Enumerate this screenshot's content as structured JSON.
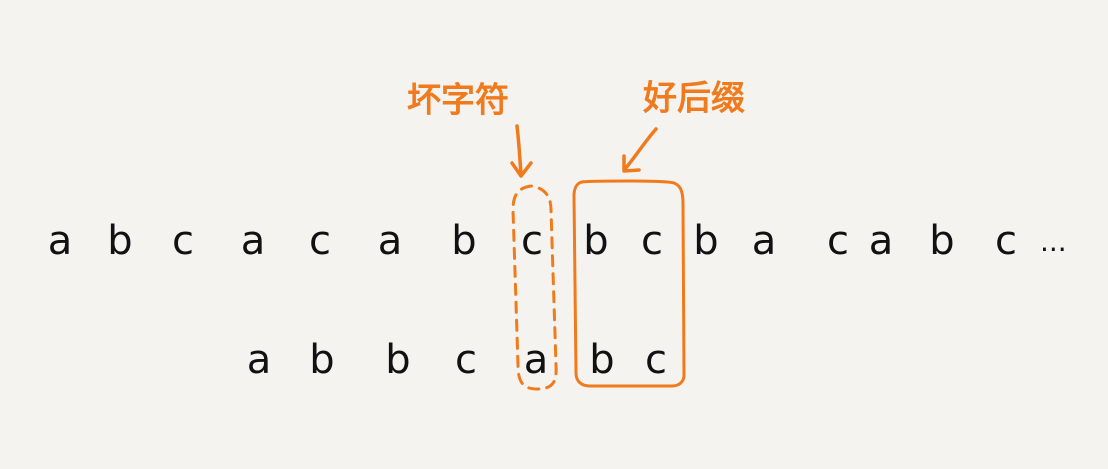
{
  "colors": {
    "background": "#f4f3f0",
    "text": "#111111",
    "accent": "#f07a1c"
  },
  "labels": {
    "bad_char": "坏字符",
    "good_suffix": "好后缀"
  },
  "main_string": [
    "a",
    "b",
    "c",
    "a",
    "c",
    "a",
    "b",
    "c",
    "b",
    "c",
    "b",
    "a",
    "c",
    "a",
    "b",
    "c"
  ],
  "ellipsis": "...",
  "pattern": [
    "a",
    "b",
    "b",
    "c",
    "a",
    "b",
    "c"
  ]
}
